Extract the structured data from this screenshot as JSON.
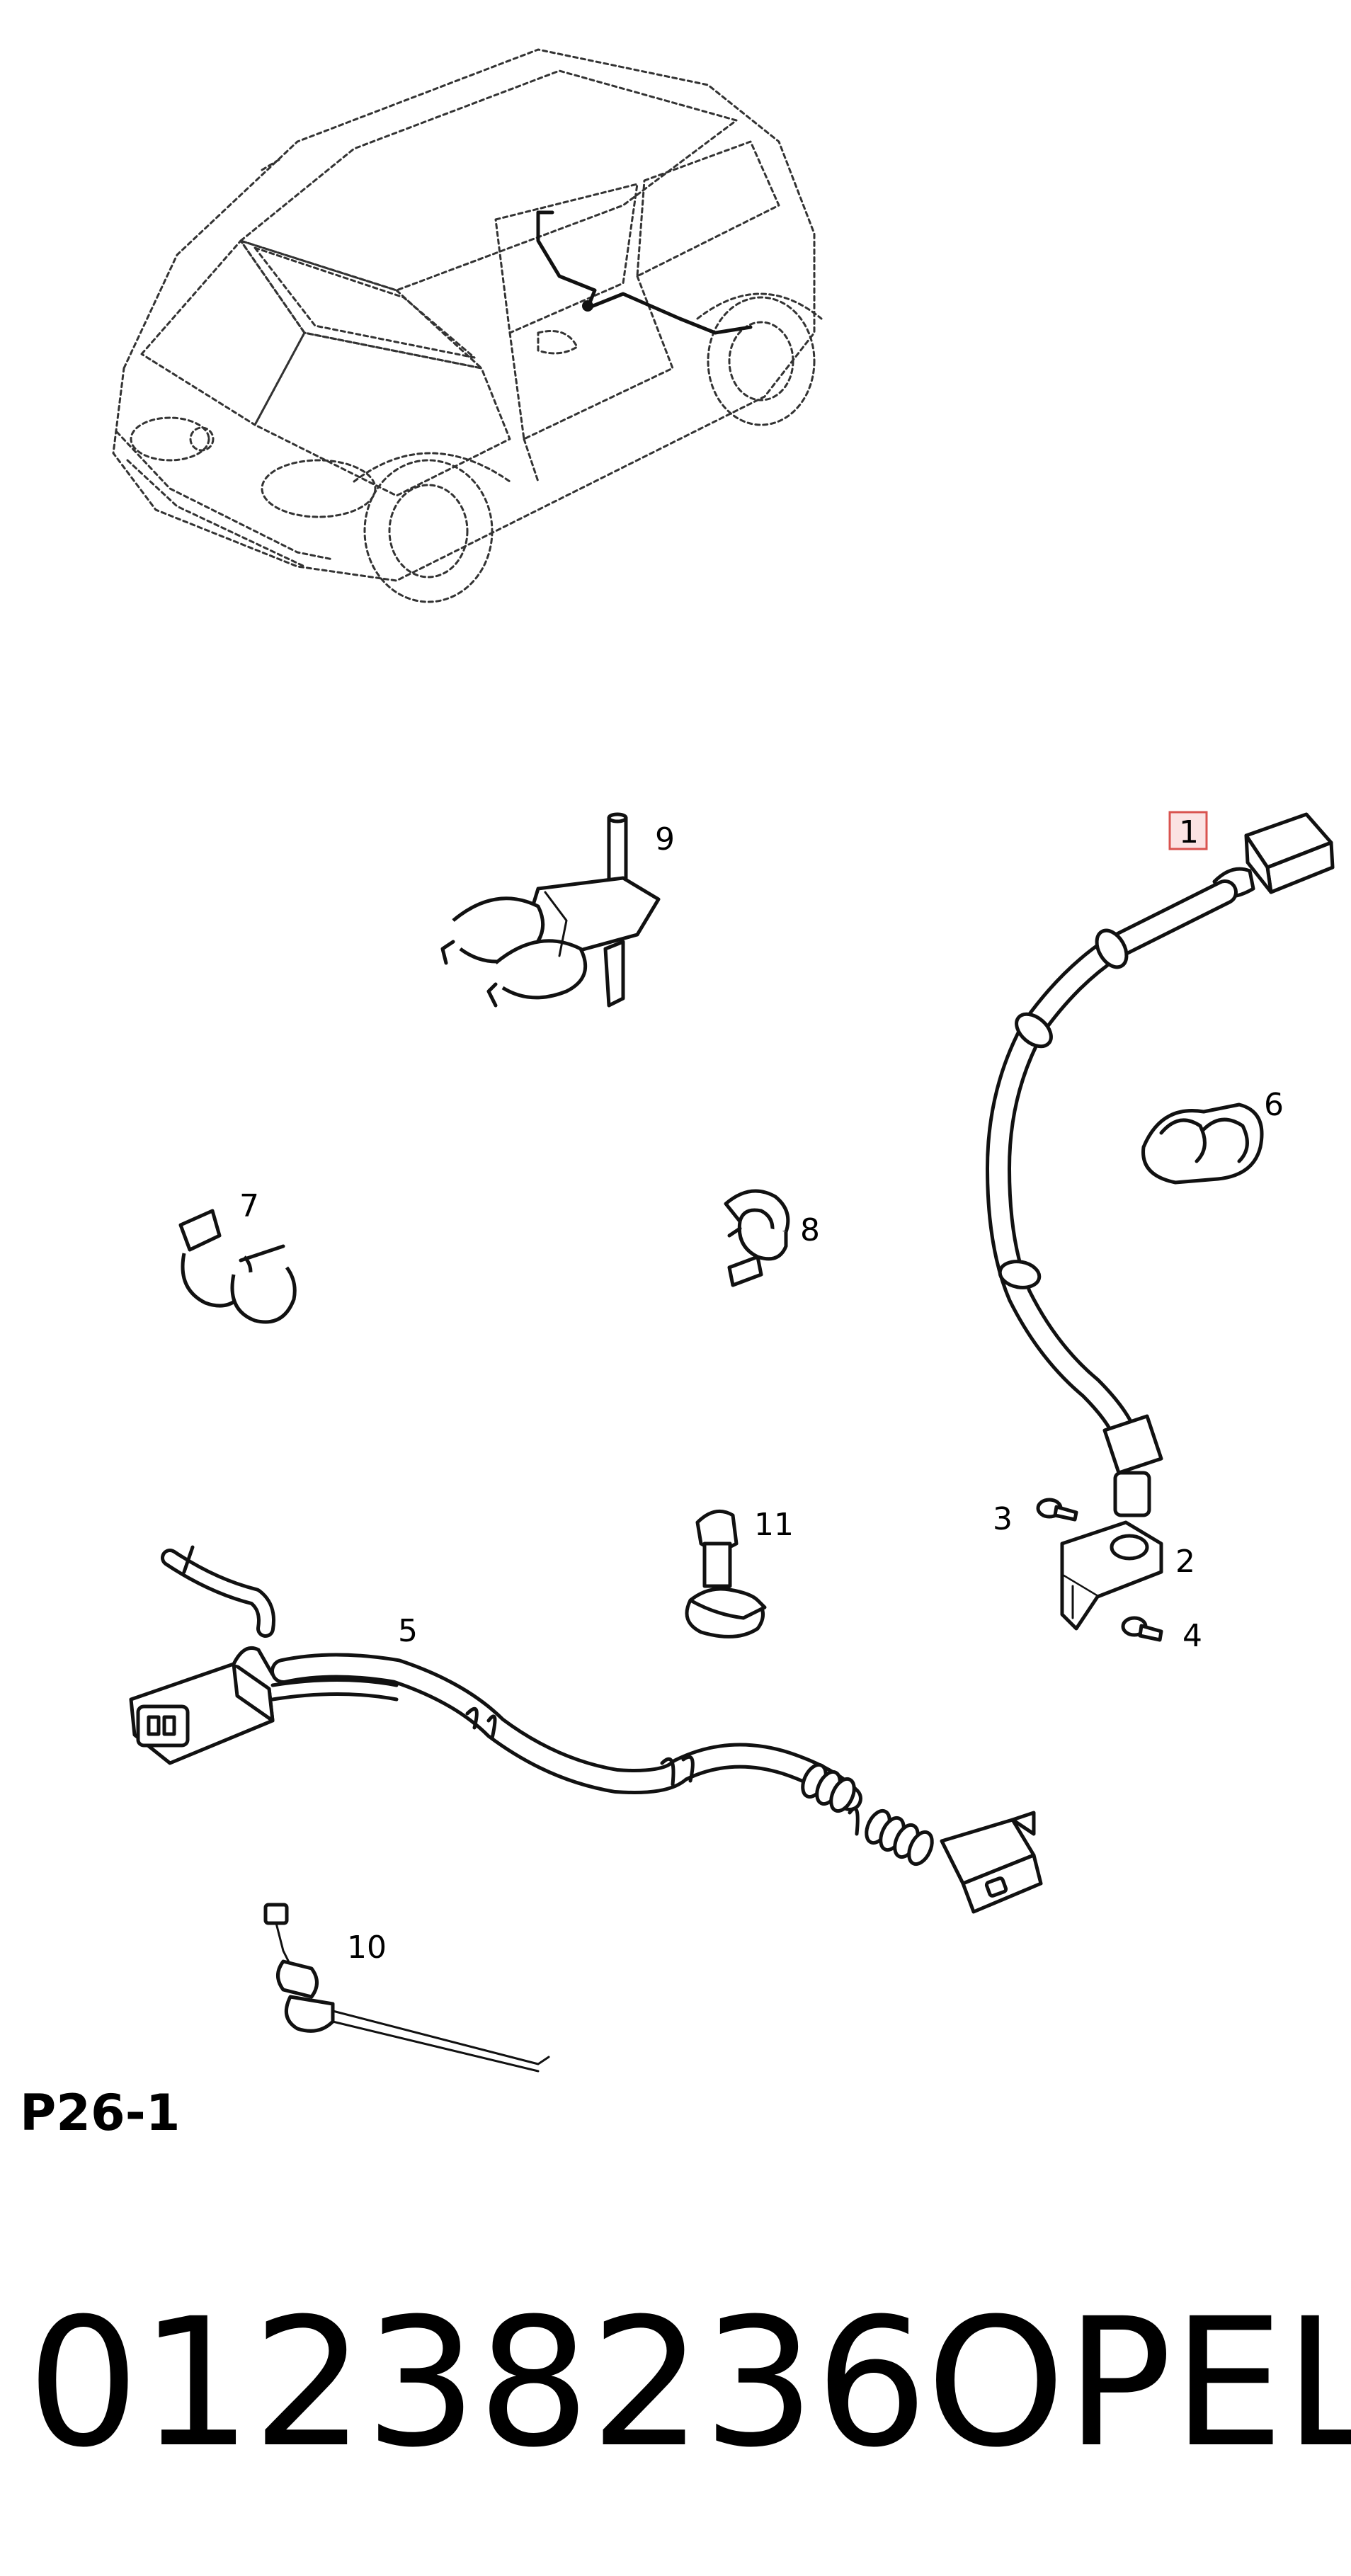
{
  "callouts": {
    "c1": "1",
    "c2": "2",
    "c3": "3",
    "c4": "4",
    "c5": "5",
    "c6": "6",
    "c7": "7",
    "c8": "8",
    "c9": "9",
    "c10": "10",
    "c11": "11"
  },
  "page_ref": "P26-1",
  "part_number": "01238236",
  "brand": "OPEL",
  "colors": {
    "line": "#111111",
    "highlight_border": "#d9534f",
    "highlight_fill": "#fbe3e3",
    "background": "#ffffff"
  }
}
